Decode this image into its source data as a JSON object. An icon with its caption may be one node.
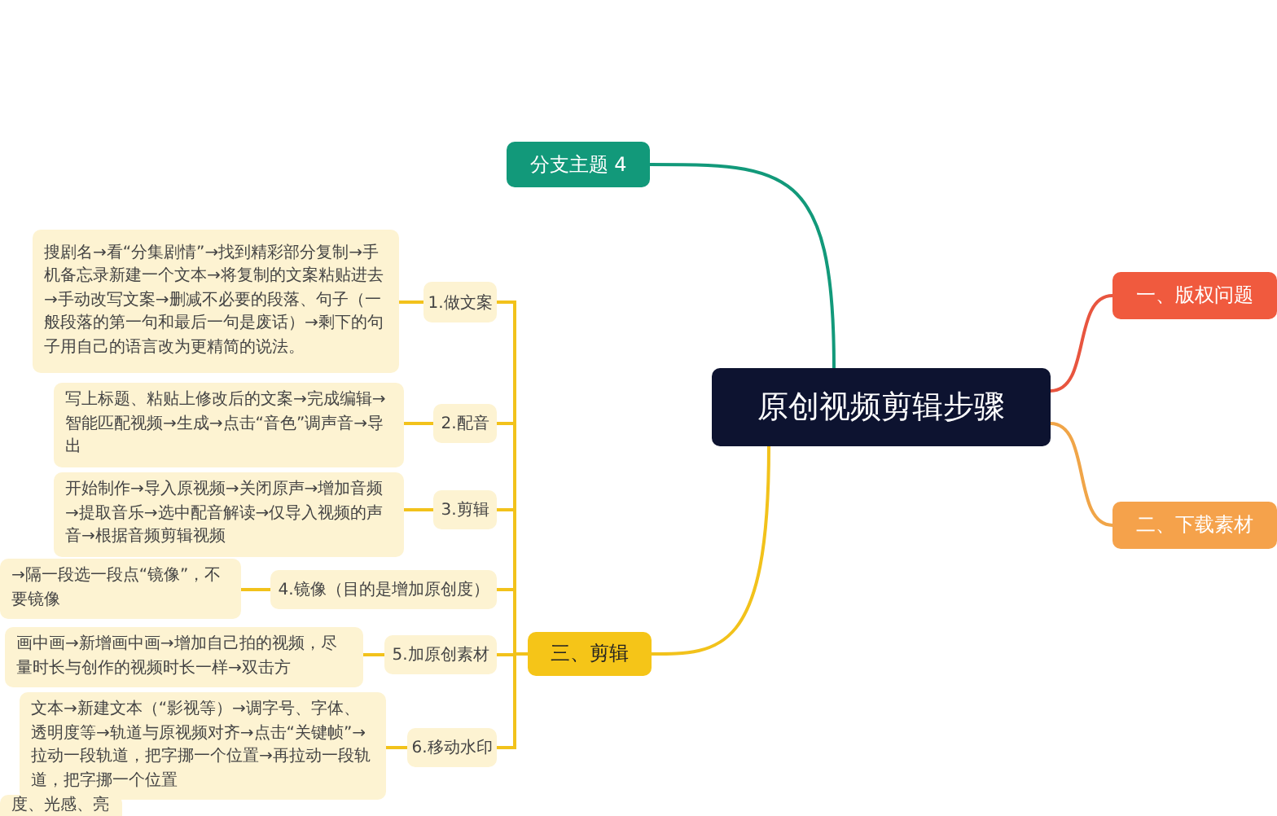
{
  "diagram": {
    "nodes": [
      {
        "text": [
          "原创视频剪辑步骤"
        ]
      },
      {
        "text": [
          "分支主题 4"
        ]
      },
      {
        "text": [
          "一、版权问题"
        ]
      },
      {
        "text": [
          "二、下载素材"
        ]
      },
      {
        "text": [
          "三、剪辑"
        ]
      },
      {
        "text": [
          "1.做文案"
        ]
      },
      {
        "text": [
          "搜剧名→看“分集剧情”→找到精彩部分复制→手机备忘录新建一个文本→将复制的文案粘贴进去→手动改写文案→删减不必要的段落、句子（一般段落的第一句和最后一句是废话）→剩下的句子用自己的语言改为更精简的说法。"
        ]
      },
      {
        "text": [
          "2.配音"
        ]
      },
      {
        "text": [
          "写上标题、粘贴上修改后的文案→完成编辑→智能匹配视频→生成→点击“音色”调声音→导出"
        ]
      },
      {
        "text": [
          "3.剪辑"
        ]
      },
      {
        "text": [
          "开始制作→导入原视频→关闭原声→增加音频→提取音乐→选中配音解读→仅导入视频的声音→根据音频剪辑视频"
        ]
      },
      {
        "text": [
          "4.镜像（目的是增加原创度）"
        ]
      },
      {
        "text": [
          "→隔一段选一段点“镜像”，不要镜像"
        ]
      },
      {
        "text": [
          "5.加原创素材"
        ]
      },
      {
        "text": [
          "画中画→新增画中画→增加自己拍的视频，尽量时长与创作的视频时长一样→双击方"
        ]
      },
      {
        "text": [
          "6.移动水印"
        ]
      },
      {
        "text": [
          "文本→新建文本（“影视等）→调字号、字体、透明度等→轨道与原视频对齐→点击“关键帧”→拉动一段轨道，把字挪一个位置→再拉动一段轨道，把字挪一个位置"
        ]
      },
      {
        "text": [
          "度、光感、亮"
        ]
      }
    ],
    "edges": [
      {
        "from": 0,
        "to": 1,
        "arrow": "none",
        "color": "#12997a"
      },
      {
        "from": 0,
        "to": 2,
        "arrow": "none",
        "color": "#e8553f"
      },
      {
        "from": 0,
        "to": 3,
        "arrow": "none",
        "color": "#f0a548"
      },
      {
        "from": 0,
        "to": 4,
        "arrow": "none"
      },
      {
        "from": 4,
        "to": 5,
        "arrow": "none"
      },
      {
        "from": 5,
        "to": 6,
        "arrow": "none"
      },
      {
        "from": 4,
        "to": 7,
        "arrow": "none"
      },
      {
        "from": 7,
        "to": 8,
        "arrow": "none"
      },
      {
        "from": 4,
        "to": 9,
        "arrow": "none"
      },
      {
        "from": 9,
        "to": 10,
        "arrow": "none"
      },
      {
        "from": 4,
        "to": 11,
        "arrow": "none"
      },
      {
        "from": 11,
        "to": 12,
        "arrow": "none"
      },
      {
        "from": 4,
        "to": 13,
        "arrow": "none"
      },
      {
        "from": 13,
        "to": 14,
        "arrow": "none"
      },
      {
        "from": 4,
        "to": 15,
        "arrow": "none"
      },
      {
        "from": 15,
        "to": 16,
        "arrow": "none"
      }
    ]
  }
}
